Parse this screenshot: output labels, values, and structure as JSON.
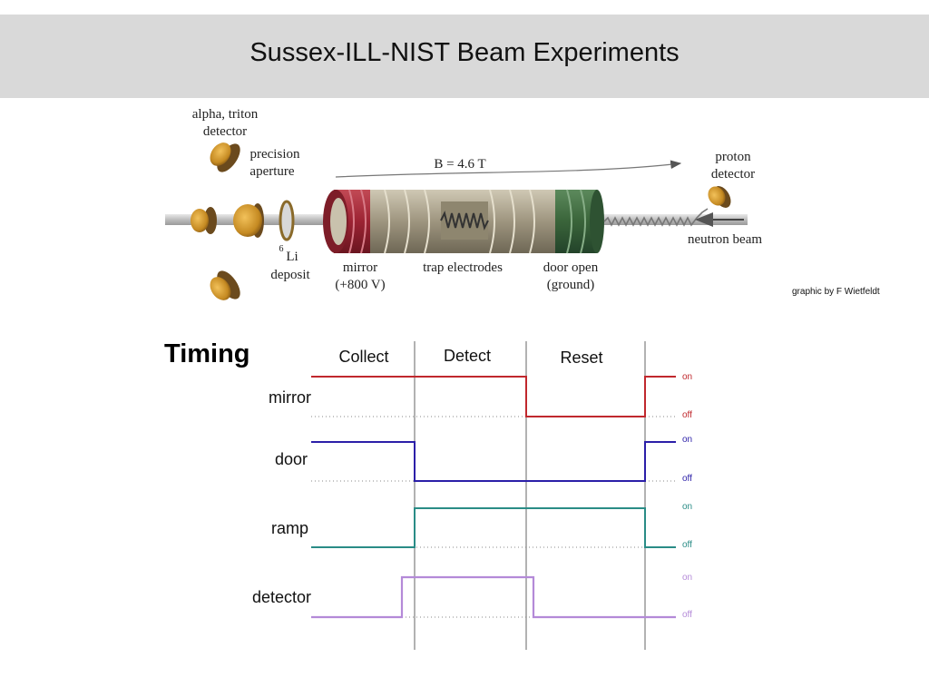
{
  "slide": {
    "title": "Sussex-ILL-NIST Beam Experiments",
    "credit": "graphic by F Wietfeldt",
    "timing_heading": "Timing"
  },
  "apparatus": {
    "labels": {
      "alpha_triton_1": "alpha, triton",
      "alpha_triton_2": "detector",
      "precision_1": "precision",
      "precision_2": "aperture",
      "field": "B = 4.6 T",
      "proton_1": "proton",
      "proton_2": "detector",
      "neutron_beam": "neutron beam",
      "li_sup": "6",
      "li": "Li",
      "li_2": "deposit",
      "mirror_1": "mirror",
      "mirror_2": "(+800 V)",
      "trap": "trap electrodes",
      "door_1": "door open",
      "door_2": "(ground)"
    },
    "colors": {
      "mirror": "#b23040",
      "door": "#3f6b3f",
      "electrodes": "#b7ae98",
      "detector": "#d9a23a"
    }
  },
  "timing": {
    "phases": [
      "Collect",
      "Detect",
      "Reset"
    ],
    "signals": [
      {
        "label": "mirror",
        "color": "#c0282d",
        "on": "on",
        "off": "off"
      },
      {
        "label": "door",
        "color": "#2b1fa8",
        "on": "on",
        "off": "off"
      },
      {
        "label": "ramp",
        "color": "#2a8c86",
        "on": "on",
        "off": "off"
      },
      {
        "label": "detector",
        "color": "#b48ad8",
        "on": "on",
        "off": "off"
      }
    ]
  }
}
